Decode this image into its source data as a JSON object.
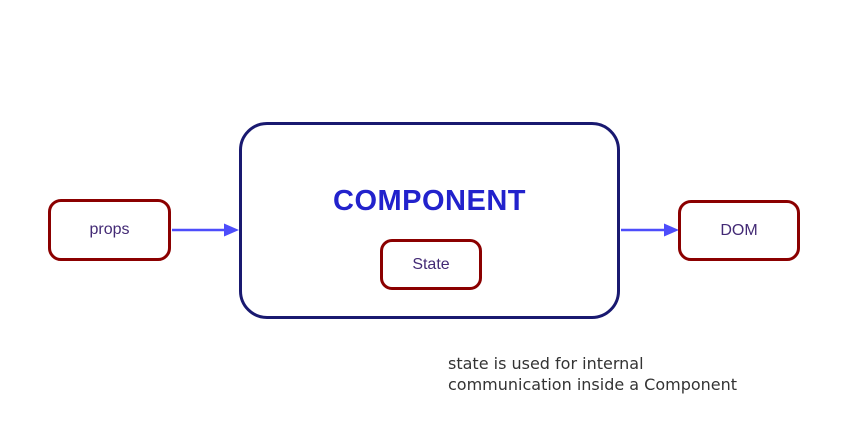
{
  "diagram": {
    "component": {
      "title": "COMPONENT"
    },
    "props_node": {
      "label": "props"
    },
    "state_node": {
      "label": "State"
    },
    "dom_node": {
      "label": "DOM"
    },
    "caption": {
      "line1": "state is used for internal",
      "line2": "communication inside a Component"
    },
    "colors": {
      "component_border": "#191970",
      "component_title_text": "#2222cc",
      "node_border": "#8b0000",
      "node_text": "#432a75",
      "arrow": "#4d4dfb",
      "caption_text": "#333333",
      "background": "#ffffff"
    }
  }
}
